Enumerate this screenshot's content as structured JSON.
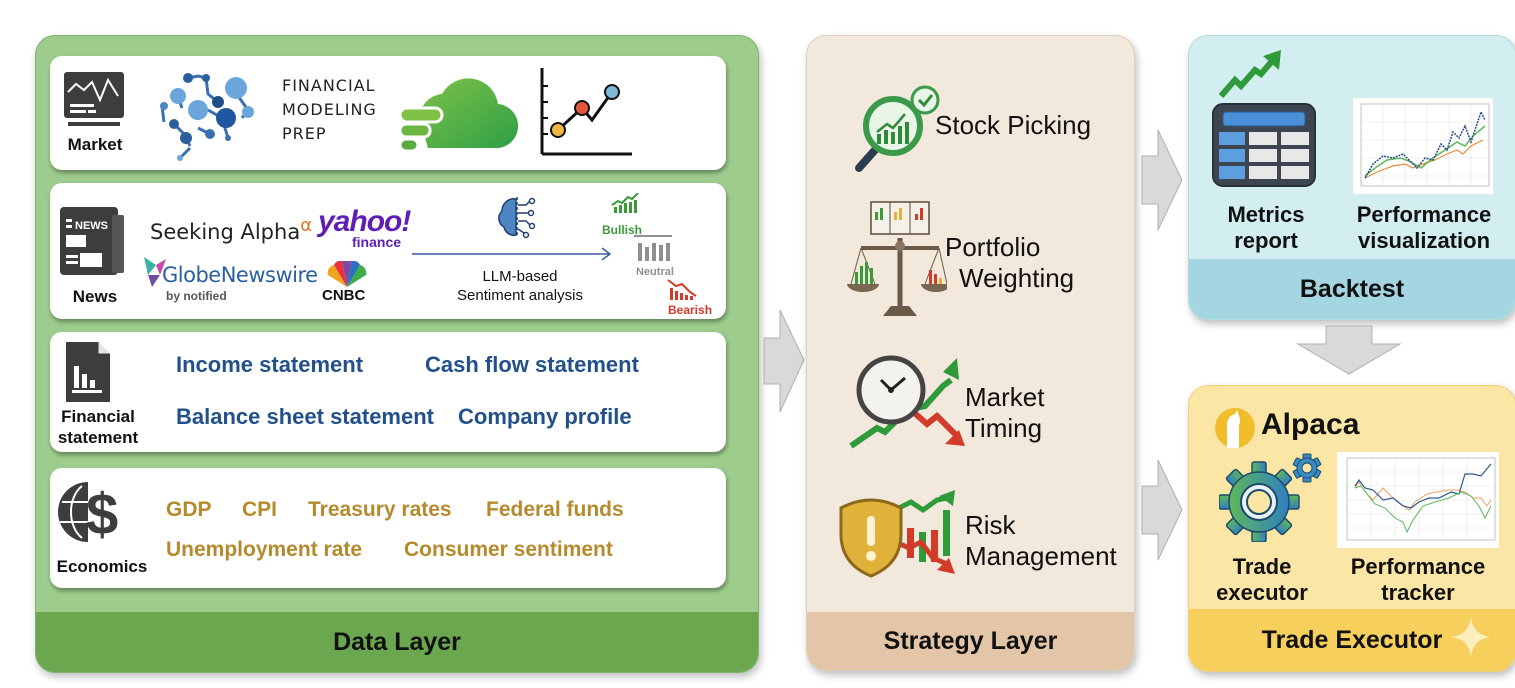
{
  "data_layer": {
    "title": "Data Layer",
    "market": {
      "label": "Market",
      "provider_line1": "Financial",
      "provider_line2": "Modeling",
      "provider_line3": "Prep",
      "icons": [
        "market-monitor-icon",
        "fmp-network-logo",
        "green-cloud-logo",
        "line-chart-icon"
      ]
    },
    "news": {
      "label": "News",
      "sources": {
        "seeking_alpha": "Seeking Alpha",
        "alpha_symbol": "α",
        "yahoo": "yahoo!",
        "yahoo_sub": "finance",
        "globe": "GlobeNewswire",
        "globe_sub": "by notified",
        "cnbc": "CNBC"
      },
      "analysis_line1": "LLM-based",
      "analysis_line2": "Sentiment analysis",
      "sentiments": {
        "bullish": "Bullish",
        "neutral": "Neutral",
        "bearish": "Bearish"
      },
      "colors": {
        "bullish": "#3a9a3a",
        "neutral": "#8f8f8f",
        "bearish": "#d23a2a"
      }
    },
    "financial_statement": {
      "label_line1": "Financial",
      "label_line2": "statement",
      "items": [
        "Income statement",
        "Cash flow statement",
        "Balance sheet statement",
        "Company profile"
      ]
    },
    "economics": {
      "label": "Economics",
      "items": [
        "GDP",
        "CPI",
        "Treasury rates",
        "Federal funds",
        "Unemployment rate",
        "Consumer sentiment"
      ]
    }
  },
  "strategy_layer": {
    "title": "Strategy Layer",
    "items": [
      {
        "line1": "Stock Picking",
        "line2": ""
      },
      {
        "line1": "Portfolio",
        "line2": "Weighting"
      },
      {
        "line1": "Market",
        "line2": "Timing"
      },
      {
        "line1": "Risk",
        "line2": "Management"
      }
    ]
  },
  "backtest": {
    "title": "Backtest",
    "metrics_line1": "Metrics",
    "metrics_line2": "report",
    "viz_line1": "Performance",
    "viz_line2": "visualization"
  },
  "trade_executor": {
    "title": "Trade Executor",
    "brand": "Alpaca",
    "executor_line1": "Trade",
    "executor_line2": "executor",
    "tracker_line1": "Performance",
    "tracker_line2": "tracker"
  },
  "colors": {
    "data_layer_bg": "#9dcc8c",
    "data_layer_footer": "#6aa74e",
    "strategy_bg": "#f2e8dc",
    "strategy_footer": "#e3c6a7",
    "backtest_bg": "#d3eef1",
    "backtest_footer": "#a4d6e2",
    "executor_bg": "#fbe6a6",
    "executor_footer": "#f6cf5c",
    "fin_statement_text": "#21508b",
    "economics_text": "#b58a2c"
  }
}
